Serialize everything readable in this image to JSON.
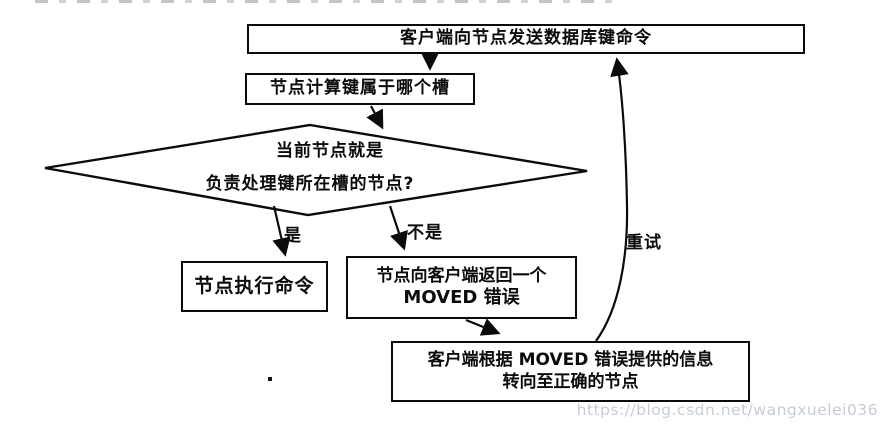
{
  "page": {
    "background": "#ffffff",
    "ink_color": "#0b0b0b",
    "watermark_color": "#c7ccd5"
  },
  "flowchart": {
    "nodes": {
      "send_command": {
        "label": "客户端向节点发送数据库键命令"
      },
      "calc_slot": {
        "label": "节点计算键属于哪个槽"
      },
      "decision": {
        "label_line1": "当前节点就是",
        "label_line2": "负责处理键所在槽的节点?"
      },
      "execute": {
        "label": "节点执行命令"
      },
      "moved_error": {
        "label_line1": "节点向客户端返回一个",
        "label_line2": "MOVED 错误"
      },
      "redirect": {
        "label_line1": "客户端根据 MOVED 错误提供的信息",
        "label_line2": "转向至正确的节点"
      }
    },
    "edge_labels": {
      "yes": "是",
      "no": "不是",
      "retry": "重试"
    }
  },
  "watermark": {
    "text": "https://blog.csdn.net/wangxuelei036"
  }
}
